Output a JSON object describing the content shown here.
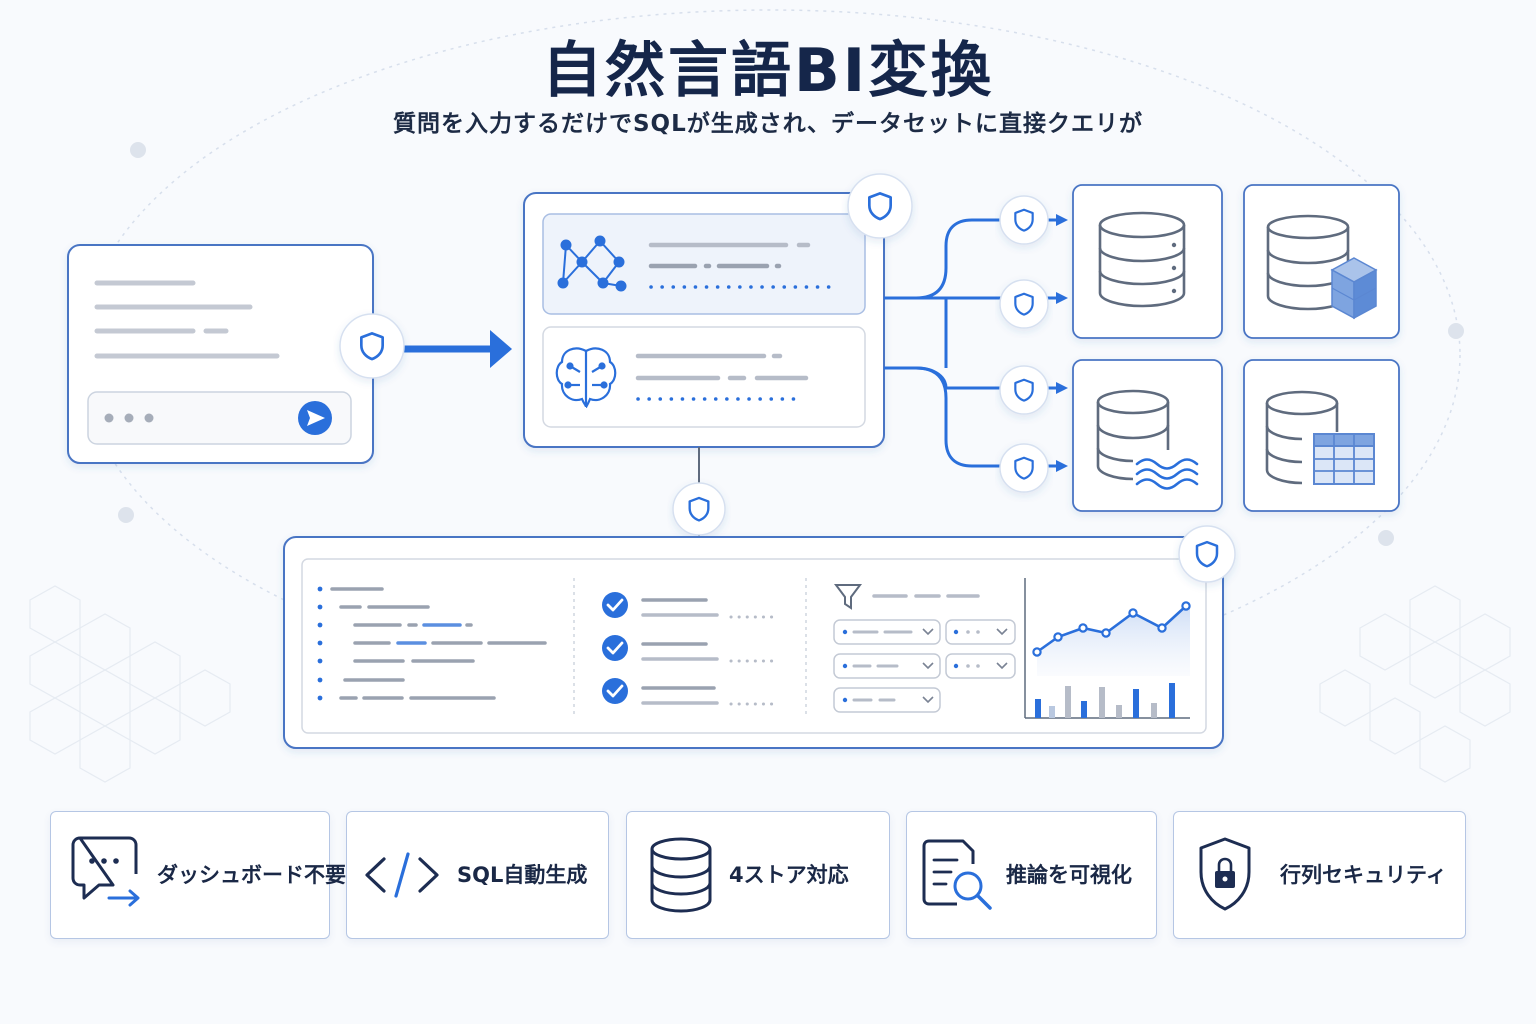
{
  "header": {
    "title": "自然言語BI変換",
    "subtitle": "質問を入力するだけでSQLが生成され、データセットに直接クエリが"
  },
  "features": [
    {
      "label": "ダッシュボード不要",
      "icon": "chat-arrow-icon"
    },
    {
      "label": "SQL自動生成",
      "icon": "code-icon"
    },
    {
      "label": "4ストア対応",
      "icon": "database-icon"
    },
    {
      "label": "推論を可視化",
      "icon": "document-search-icon"
    },
    {
      "label": "行列セキュリティ",
      "icon": "shield-lock-icon"
    }
  ],
  "colors": {
    "accent": "#2a6fdb",
    "navy": "#15264a",
    "border": "#4a74c4",
    "light_border": "#b5c6e4",
    "gray": "#6b7280"
  }
}
